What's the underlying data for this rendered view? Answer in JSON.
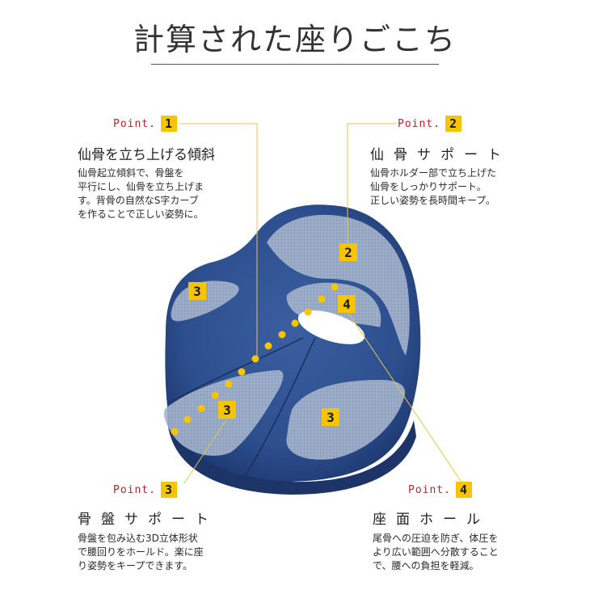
{
  "title": "計算された座りごこち",
  "points": [
    {
      "label": "Point.",
      "number": "1",
      "heading": "仙骨を立ち上げる傾斜",
      "description": [
        "仙骨起立傾斜で、骨盤を",
        "平行にし、仙骨を立ち上げま",
        "す。背骨の自然なS字カーブ",
        "を作ることで正しい姿勢に。"
      ]
    },
    {
      "label": "Point.",
      "number": "2",
      "heading": "仙骨サポート",
      "description": [
        "仙骨ホルダー部で立ち上げた",
        "仙骨をしっかりサポート。",
        "正しい姿勢を長時間キープ。"
      ]
    },
    {
      "label": "Point.",
      "number": "3",
      "heading": "骨盤サポート",
      "description": [
        "骨盤を包み込む3D立体形状",
        "で腰回りをホールド。楽に座",
        "り姿勢をキープできます。"
      ]
    },
    {
      "label": "Point.",
      "number": "4",
      "heading": "座面ホール",
      "description": [
        "尾骨への圧迫を防ぎ、体圧を",
        "より広い範囲へ分散すること",
        "で、腰への負担を軽減。"
      ]
    }
  ],
  "cushion_markers": [
    "2",
    "3",
    "4",
    "3",
    "3"
  ],
  "colors": {
    "accent_yellow": "#f6c400",
    "point_label_red": "#b3262e",
    "cushion_blue": "#2f5190",
    "cushion_blue_dark": "#1f3a72",
    "mesh_gray": "#9fb0c8",
    "leader_line": "#e0c94a"
  }
}
